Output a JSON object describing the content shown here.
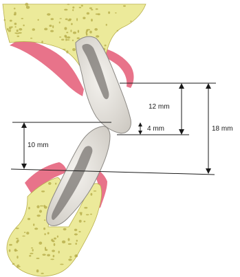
{
  "colors": {
    "bone": "#ecea9a",
    "bone_edge": "#b9b04c",
    "bone_pore": "#b6ad4a",
    "gum": "#e8738a",
    "tooth": "#e6e3de",
    "tooth_edge": "#8a8782",
    "pulp": "#7a7672",
    "line": "#1a1a1a"
  },
  "dimensions": {
    "upper_crown": "12 mm",
    "interocclusal_gap": "4 mm",
    "lower_crown": "10 mm",
    "total_height": "18 mm"
  }
}
